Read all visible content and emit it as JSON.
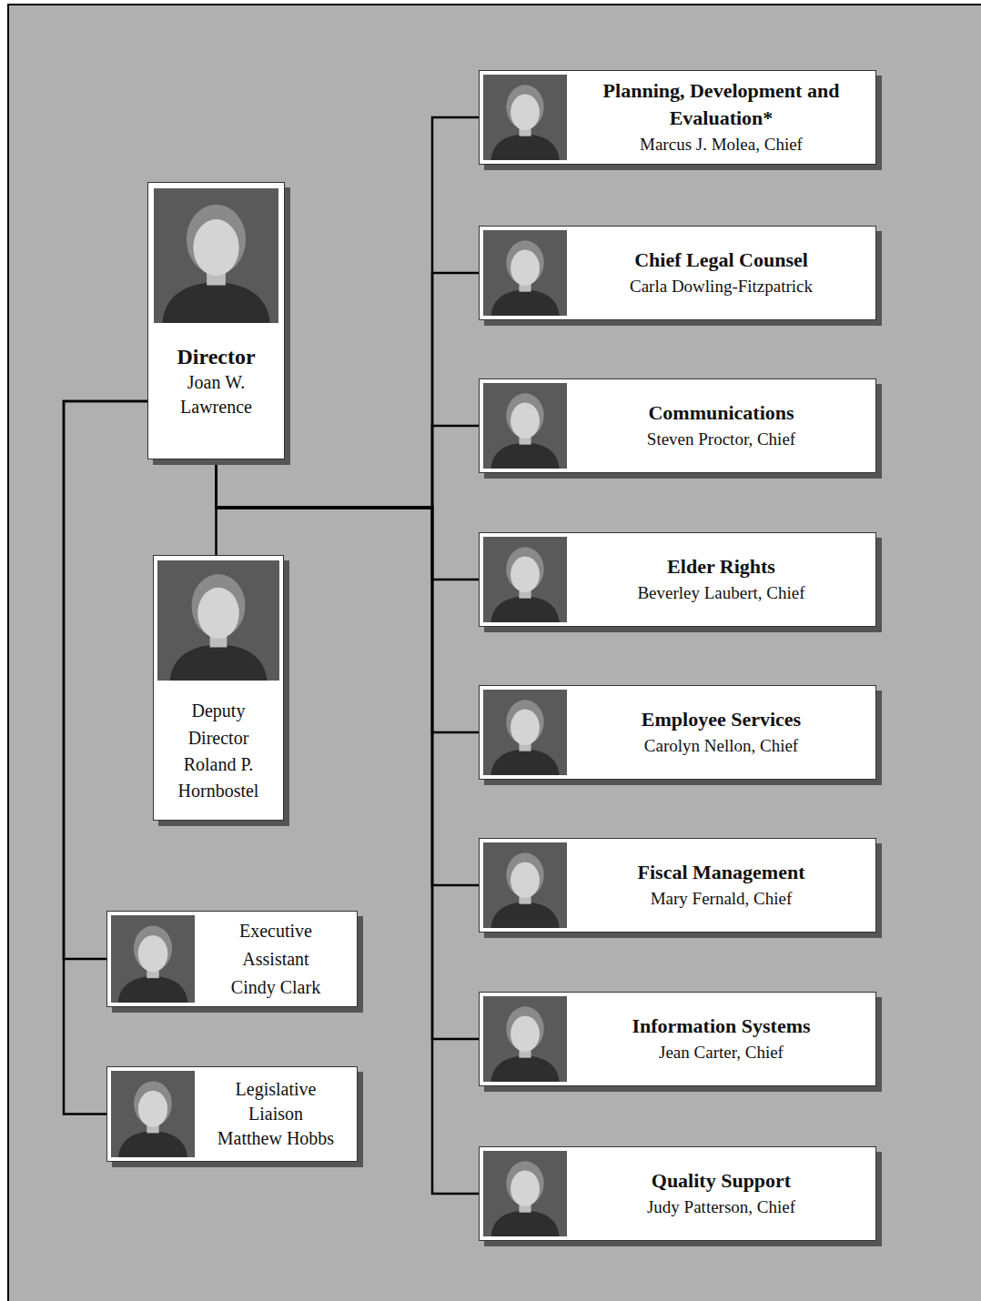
{
  "diagram": {
    "nodes": [
      {
        "text": [
          "Director",
          "Joan W. Lawrence"
        ]
      },
      {
        "text": [
          "Deputy Director",
          "Roland P. Hornbostel"
        ]
      },
      {
        "text": [
          "Executive Assistant",
          "Cindy Clark"
        ]
      },
      {
        "text": [
          "Legislative Liaison",
          "Matthew Hobbs"
        ]
      },
      {
        "text": [
          "Planning, Development and Evaluation*",
          "Marcus J. Molea, Chief"
        ]
      },
      {
        "text": [
          "Chief Legal Counsel",
          "Carla Dowling-Fitzpatrick"
        ]
      },
      {
        "text": [
          "Communications",
          "Steven Proctor, Chief"
        ]
      },
      {
        "text": [
          "Elder Rights",
          "Beverley Laubert, Chief"
        ]
      },
      {
        "text": [
          "Employee Services",
          "Carolyn Nellon, Chief"
        ]
      },
      {
        "text": [
          "Fiscal Management",
          "Mary Fernald, Chief"
        ]
      },
      {
        "text": [
          "Information Systems",
          "Jean Carter, Chief"
        ]
      },
      {
        "text": [
          "Quality Support",
          "Judy Patterson, Chief"
        ]
      }
    ],
    "edges": [
      {
        "from": 0,
        "to": 1,
        "arrow": "none"
      },
      {
        "from": 0,
        "to": 2,
        "arrow": "none"
      },
      {
        "from": 0,
        "to": 3,
        "arrow": "none"
      },
      {
        "from": 0,
        "to": 4,
        "arrow": "none"
      },
      {
        "from": 0,
        "to": 5,
        "arrow": "none"
      },
      {
        "from": 0,
        "to": 6,
        "arrow": "none"
      },
      {
        "from": 0,
        "to": 7,
        "arrow": "none"
      },
      {
        "from": 0,
        "to": 8,
        "arrow": "none"
      },
      {
        "from": 0,
        "to": 9,
        "arrow": "none"
      },
      {
        "from": 0,
        "to": 10,
        "arrow": "none"
      },
      {
        "from": 0,
        "to": 11,
        "arrow": "none"
      }
    ]
  }
}
